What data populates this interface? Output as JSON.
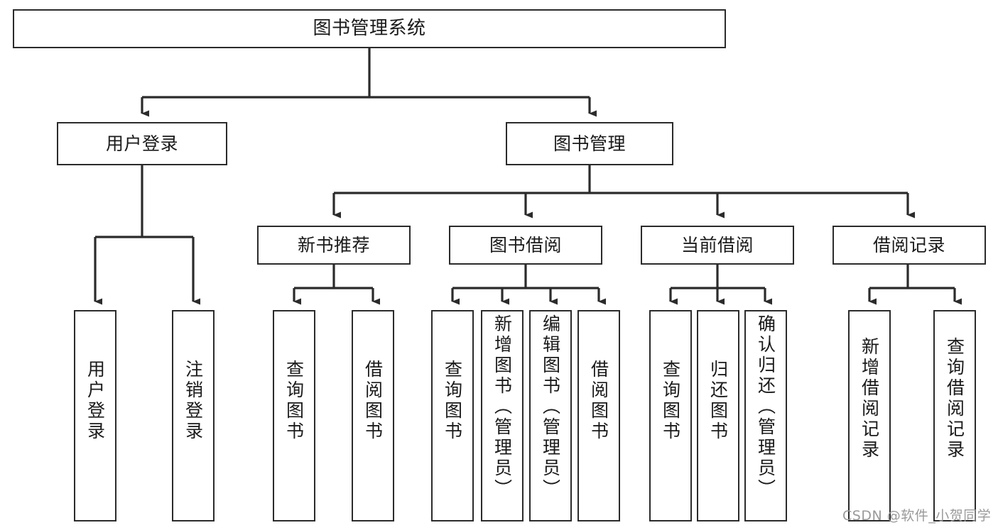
{
  "diagram": {
    "type": "hierarchy-tree",
    "title": "图书管理系统",
    "watermark": "CSDN @软件_小贺同学",
    "colors": {
      "box_border": "#2b2b2b",
      "box_fill": "#ffffff",
      "connector": "#2b2b2b",
      "text": "#1a1a1a",
      "watermark": "#9a9a9a"
    },
    "nodes": {
      "root": {
        "label": "图书管理系统"
      },
      "level1": [
        {
          "label": "用户登录"
        },
        {
          "label": "图书管理"
        }
      ],
      "level2": [
        {
          "label": "新书推荐"
        },
        {
          "label": "图书借阅"
        },
        {
          "label": "当前借阅"
        },
        {
          "label": "借阅记录"
        }
      ],
      "leaves_user_login": [
        {
          "label": "用户登录"
        },
        {
          "label": "注销登录"
        }
      ],
      "leaves_new_book": [
        {
          "label": "查询图书"
        },
        {
          "label": "借阅图书"
        }
      ],
      "leaves_borrow": [
        {
          "label": "查询图书"
        },
        {
          "label": "新增图书（管理员）"
        },
        {
          "label": "编辑图书（管理员）"
        },
        {
          "label": "借阅图书"
        }
      ],
      "leaves_current": [
        {
          "label": "查询图书"
        },
        {
          "label": "归还图书"
        },
        {
          "label": "确认归还（管理员）"
        }
      ],
      "leaves_record": [
        {
          "label": "新增借阅记录"
        },
        {
          "label": "查询借阅记录"
        }
      ]
    }
  }
}
